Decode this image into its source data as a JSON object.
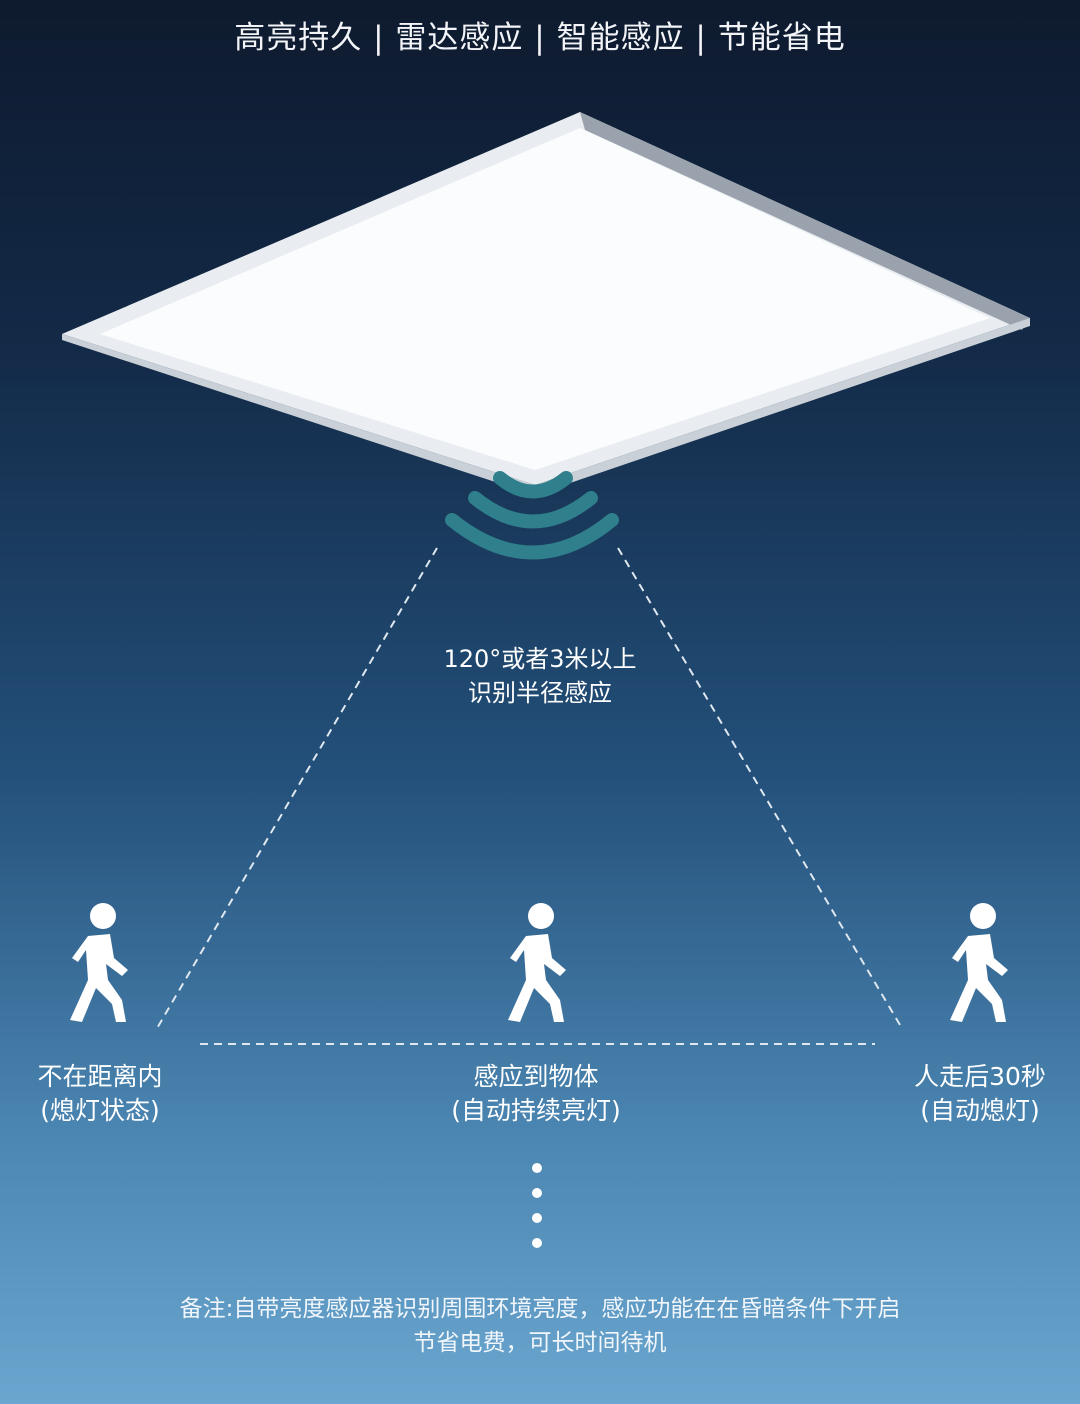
{
  "title": "高亮持久 | 雷达感应 | 智能感应 | 节能省电",
  "sensor": {
    "line1": "120°或者3米以上",
    "line2": "识别半径感应"
  },
  "states": [
    {
      "line1": "不在距离内",
      "line2": "(熄灯状态)"
    },
    {
      "line1": "感应到物体",
      "line2": "(自动持续亮灯)"
    },
    {
      "line1": "人走后30秒",
      "line2": "(自动熄灯)"
    }
  ],
  "note": {
    "line1": "备注:自带亮度感应器识别周围环境亮度，感应功能在在昏暗条件下开启",
    "line2": "节省电费，可长时间待机"
  },
  "colors": {
    "wave": "#2f7f8c",
    "panel": "#f4f6f8"
  }
}
